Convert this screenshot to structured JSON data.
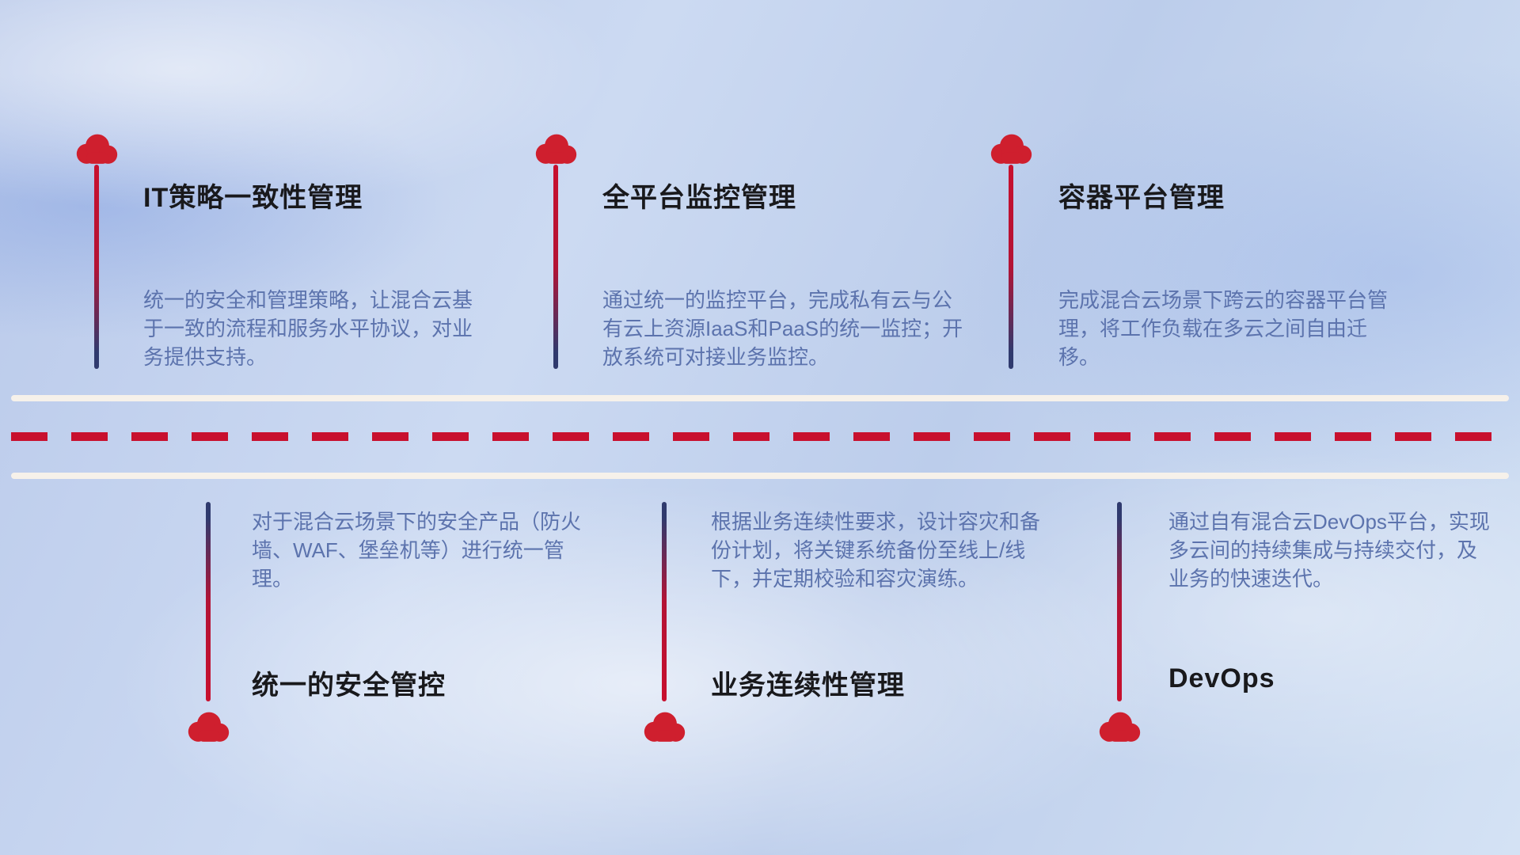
{
  "diagram": {
    "name": "hybrid-cloud-capability-roadmap"
  },
  "colors": {
    "accent_red": "#cf1f2e",
    "line_navy": "#2f3a6e",
    "description_text": "#5c73ad",
    "title_text": "#19191c",
    "road_line": "#f6f1ea"
  },
  "icons": {
    "marker": "cloud-icon"
  },
  "top_items": [
    {
      "title": "IT策略一致性管理",
      "description": "统一的安全和管理策略，让混合云基于一致的流程和服务水平协议，对业务提供支持。"
    },
    {
      "title": "全平台监控管理",
      "description": "通过统一的监控平台，完成私有云与公有云上资源IaaS和PaaS的统一监控；开放系统可对接业务监控。"
    },
    {
      "title": "容器平台管理",
      "description": "完成混合云场景下跨云的容器平台管理，将工作负载在多云之间自由迁移。"
    }
  ],
  "bottom_items": [
    {
      "title": "统一的安全管控",
      "description": "对于混合云场景下的安全产品（防火墙、WAF、堡垒机等）进行统一管理。"
    },
    {
      "title": "业务连续性管理",
      "description": "根据业务连续性要求，设计容灾和备份计划，将关键系统备份至线上/线下，并定期校验和容灾演练。"
    },
    {
      "title": "DevOps",
      "description": "通过自有混合云DevOps平台，实现多云间的持续集成与持续交付，及业务的快速迭代。"
    }
  ]
}
